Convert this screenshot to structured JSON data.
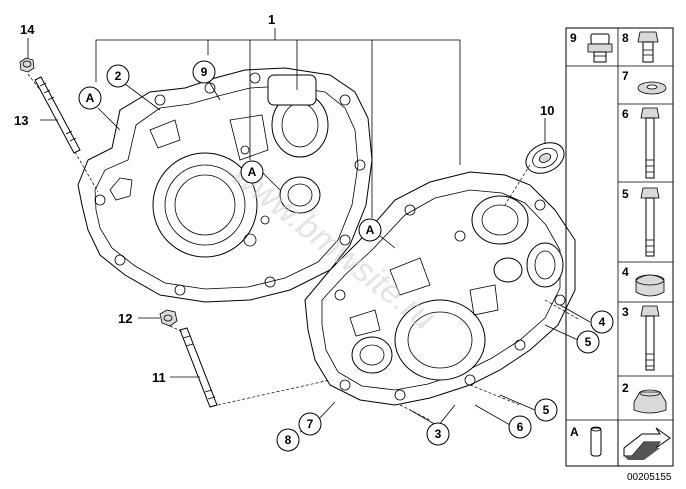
{
  "callouts": {
    "c1": "1",
    "c2": "2",
    "c3": "3",
    "c4": "4",
    "c5a": "5",
    "c5b": "5",
    "c6": "6",
    "c7": "7",
    "c8": "8",
    "c9": "9",
    "c10": "10",
    "c11": "11",
    "c12": "12",
    "c13": "13",
    "c14": "14",
    "ref_a1": "A",
    "ref_a2": "A",
    "ref_a3": "A"
  },
  "legend": {
    "cells": [
      {
        "label": "9"
      },
      {
        "label": "8"
      },
      {
        "label": "7"
      },
      {
        "label": "6"
      },
      {
        "label": "5"
      },
      {
        "label": "4"
      },
      {
        "label": "3"
      },
      {
        "label": "2"
      },
      {
        "label": "A"
      }
    ]
  },
  "watermark": "www.bmwsite.ru",
  "diagram_id": "00205155"
}
